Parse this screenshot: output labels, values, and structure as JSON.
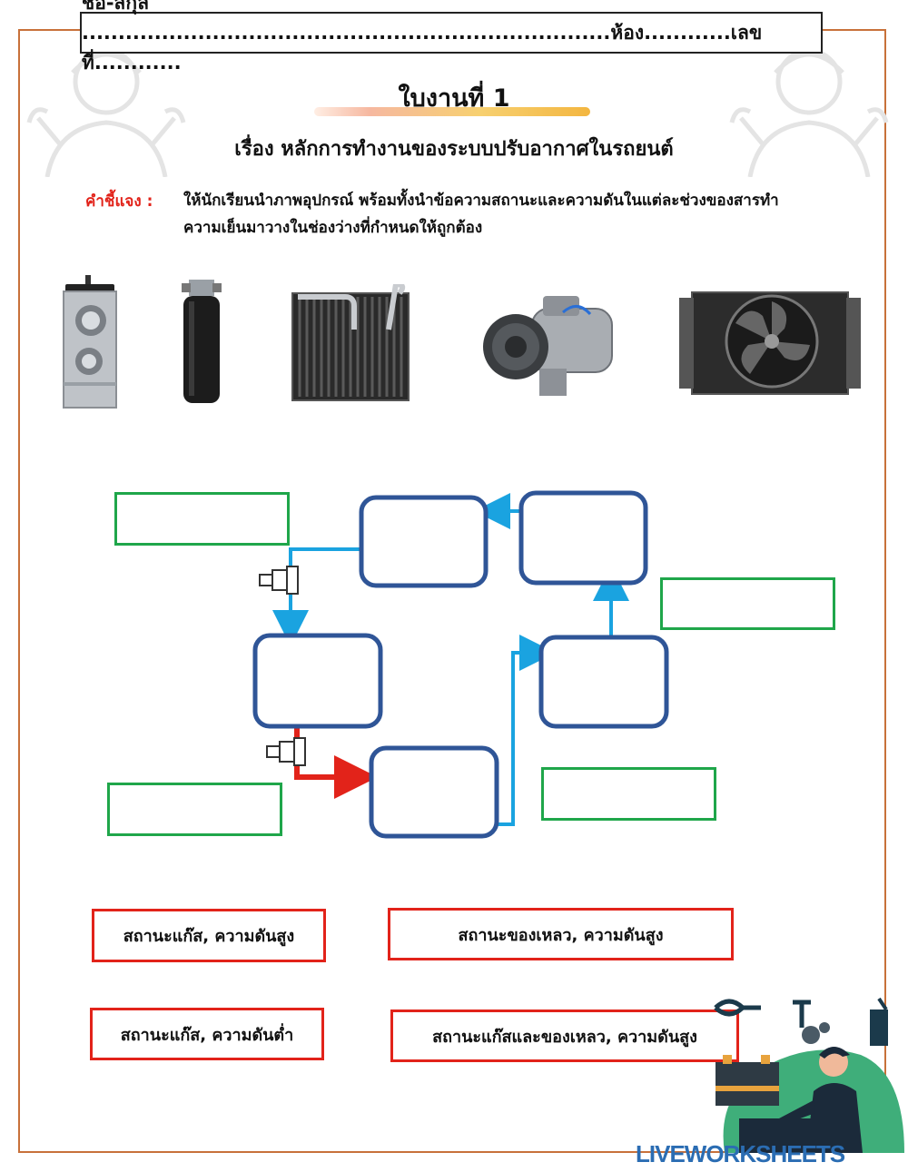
{
  "header": {
    "name_line": "ชื่อ-สกุล .........................................................................ห้อง............เลขที่............"
  },
  "title": "ใบงานที่ 1",
  "subtitle": "เรื่อง หลักการทำงานของระบบปรับอากาศในรถยนต์",
  "instructions": {
    "label": "คำชี้แจง :",
    "line1": "ให้นักเรียนนำภาพอุปกรณ์ พร้อมทั้งนำข้อความสถานะและความดันในแต่ละช่วงของสารทำ",
    "line2": "ความเย็นมาวางในช่องว่างที่กำหนดให้ถูกต้อง"
  },
  "devices": [
    {
      "icon": "expansion-valve-icon"
    },
    {
      "icon": "receiver-drier-icon"
    },
    {
      "icon": "evaporator-icon"
    },
    {
      "icon": "compressor-icon"
    },
    {
      "icon": "condenser-icon"
    }
  ],
  "answer_labels": [
    "สถานะแก๊ส, ความดันสูง",
    "สถานะของเหลว, ความดันสูง",
    "สถานะแก๊ส, ความดันต่ำ",
    "สถานะแก๊สและของเหลว, ความดันสูง"
  ],
  "watermark": "LIVEWORKSHEETS",
  "colors": {
    "frame": "#c8713a",
    "box_blue": "#2f5597",
    "box_green": "#1fa64a",
    "box_red": "#e2231a",
    "line_low": "#1aa3e0",
    "line_high": "#e2231a"
  }
}
